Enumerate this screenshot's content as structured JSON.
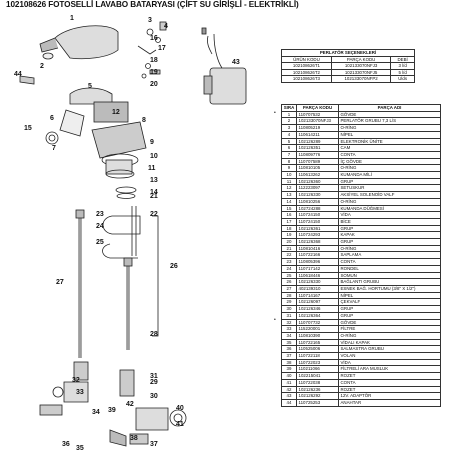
{
  "title": "102108626 FOTOSELLİ LAVABO BATARYASI (ÇİFT SU GİRİŞLİ - ELEKTRİKLİ)",
  "options_table": {
    "heading": "PERLATÖR SEÇENEKLERİ",
    "columns": [
      "ÜRÜN KODU",
      "PARÇA KODU",
      "DEBİ"
    ],
    "rows": [
      [
        "102108626T1",
        "102133070NFJ3",
        "3 l/d"
      ],
      [
        "102108626T2",
        "102133070NFJ5",
        "5 l/d"
      ],
      [
        "102108626T3",
        "102133070NFP2",
        "Ulds"
      ]
    ]
  },
  "parts_table": {
    "columns": [
      "SIRA",
      "PARÇA KODU",
      "PARÇA ADI"
    ],
    "rows": [
      [
        "1",
        "110707532",
        "GÖVDE"
      ],
      [
        "2",
        "102133070NFJ3",
        "PERLATÖR GRUBU 7,3 L/S"
      ],
      [
        "3",
        "110805219",
        "O-RİNG"
      ],
      [
        "4",
        "110614211",
        "NİPEL"
      ],
      [
        "5",
        "102126289",
        "ELEKTRONİK ÜNİTE"
      ],
      [
        "6",
        "102126351",
        "CAM"
      ],
      [
        "7",
        "110809776",
        "CONTA"
      ],
      [
        "8",
        "110707589",
        "İÇ GÖVDE"
      ],
      [
        "9",
        "110810105",
        "O-RİNG"
      ],
      [
        "10",
        "110613262",
        "KUMANDA MİLİ"
      ],
      [
        "11",
        "102126360",
        "GRUP"
      ],
      [
        "12",
        "112223097",
        "SETUSKUR"
      ],
      [
        "13",
        "102126330",
        "AKSİYEL SOLENOİD VALF"
      ],
      [
        "14",
        "110810256",
        "O-RİNG"
      ],
      [
        "15",
        "102724288",
        "KUMANDA DÜĞMESİ"
      ],
      [
        "16",
        "110724150",
        "VİDA"
      ],
      [
        "17",
        "110724150",
        "BİCE"
      ],
      [
        "18",
        "102126361",
        "GRUP"
      ],
      [
        "19",
        "110724293",
        "KAPAK"
      ],
      [
        "20",
        "102126368",
        "GRUP"
      ],
      [
        "21",
        "110810416",
        "O-RİNG"
      ],
      [
        "22",
        "110722166",
        "SAPLAMA"
      ],
      [
        "23",
        "110805396",
        "CONTA"
      ],
      [
        "24",
        "110717142",
        "RONDEL"
      ],
      [
        "25",
        "110618446",
        "SOMUN"
      ],
      [
        "26",
        "102126330",
        "BAĞLANTI GRUBU"
      ],
      [
        "27",
        "402139310",
        "ESNEK BAĞ. HORTUMU (3/8\" X 1/2\")"
      ],
      [
        "28",
        "110714167",
        "NİPEL"
      ],
      [
        "29",
        "102126097",
        "ÇEKVALF"
      ],
      [
        "30",
        "102126346",
        "GRUP"
      ],
      [
        "31",
        "102126364",
        "GRUP"
      ],
      [
        "32",
        "110707732",
        "GÖVDE"
      ],
      [
        "33",
        "115220001",
        "FİLTRE"
      ],
      [
        "34",
        "110810390",
        "O-RİNG"
      ],
      [
        "35",
        "110722165",
        "VİDALI KAPAK"
      ],
      [
        "36",
        "110525006",
        "SALMASTRA GRUBU"
      ],
      [
        "37",
        "110722118",
        "VOLAN"
      ],
      [
        "38",
        "110722023",
        "VİDA"
      ],
      [
        "39",
        "110211066",
        "FİLTRELİ ARA MUSLUK"
      ],
      [
        "40",
        "102215041",
        "ROZET"
      ],
      [
        "41",
        "110722038",
        "CONTA"
      ],
      [
        "42",
        "102126236",
        "ROZET"
      ],
      [
        "43",
        "102126292",
        "12V. ADAPTÖR"
      ],
      [
        "44",
        "110725253",
        "ANAHTAR"
      ]
    ]
  },
  "bullet_rows": [
    1,
    32
  ],
  "bullet_symbol": "•",
  "callouts": [
    "1",
    "2",
    "3",
    "4",
    "5",
    "6",
    "7",
    "8",
    "9",
    "10",
    "11",
    "12",
    "13",
    "14",
    "15",
    "16",
    "17",
    "18",
    "19",
    "20",
    "21",
    "22",
    "23",
    "24",
    "25",
    "26",
    "27",
    "28",
    "29",
    "30",
    "31",
    "32",
    "33",
    "34",
    "35",
    "36",
    "37",
    "38",
    "39",
    "40",
    "41",
    "42",
    "43",
    "44"
  ]
}
